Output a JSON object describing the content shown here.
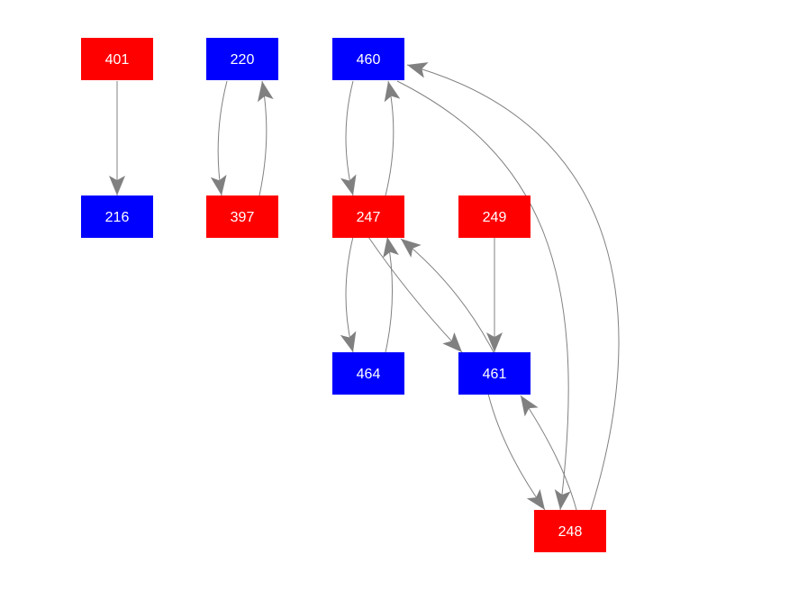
{
  "colors": {
    "red": "#ff0000",
    "blue": "#0000ff",
    "edge": "#808080",
    "label": "#ffffff"
  },
  "nodes": [
    {
      "id": "401",
      "label": "401",
      "color": "red"
    },
    {
      "id": "220",
      "label": "220",
      "color": "blue"
    },
    {
      "id": "460",
      "label": "460",
      "color": "blue"
    },
    {
      "id": "216",
      "label": "216",
      "color": "blue"
    },
    {
      "id": "397",
      "label": "397",
      "color": "red"
    },
    {
      "id": "247",
      "label": "247",
      "color": "red"
    },
    {
      "id": "249",
      "label": "249",
      "color": "red"
    },
    {
      "id": "464",
      "label": "464",
      "color": "blue"
    },
    {
      "id": "461",
      "label": "461",
      "color": "blue"
    },
    {
      "id": "248",
      "label": "248",
      "color": "red"
    }
  ],
  "edges": [
    {
      "from": "401",
      "to": "216"
    },
    {
      "from": "220",
      "to": "397"
    },
    {
      "from": "397",
      "to": "220"
    },
    {
      "from": "460",
      "to": "247"
    },
    {
      "from": "247",
      "to": "460"
    },
    {
      "from": "247",
      "to": "464"
    },
    {
      "from": "464",
      "to": "247"
    },
    {
      "from": "247",
      "to": "461"
    },
    {
      "from": "461",
      "to": "247"
    },
    {
      "from": "249",
      "to": "461"
    },
    {
      "from": "461",
      "to": "248"
    },
    {
      "from": "248",
      "to": "461"
    },
    {
      "from": "460",
      "to": "248"
    },
    {
      "from": "248",
      "to": "460"
    }
  ]
}
